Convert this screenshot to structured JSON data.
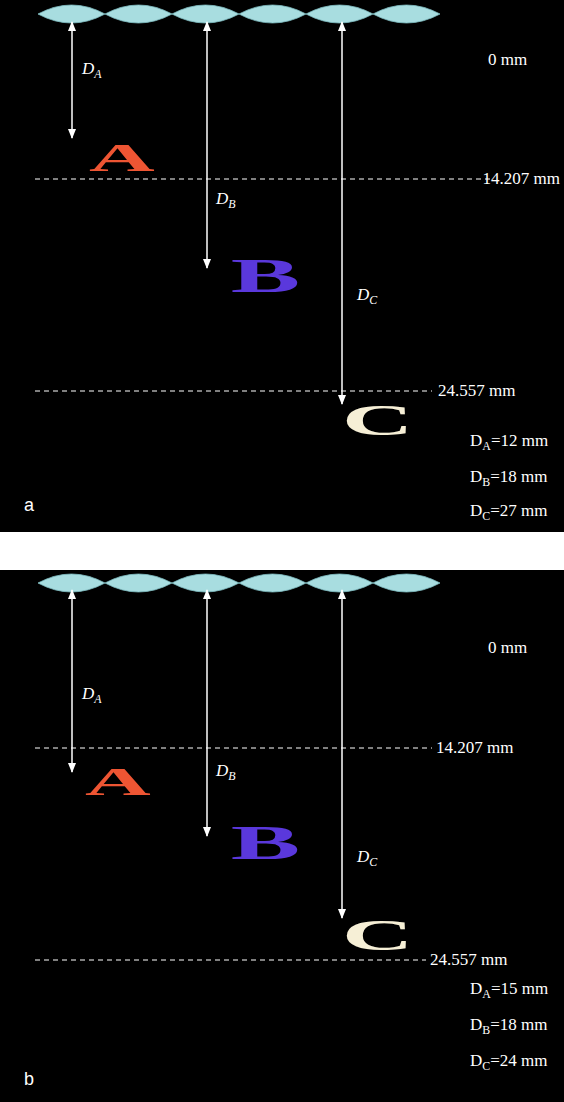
{
  "diagram": {
    "labels": [
      "0 mm",
      "DA",
      "A",
      "14.207 mm",
      "DB",
      "B",
      "DC",
      "24.557 mm",
      "C",
      "DA=12 mm",
      "DB=18 mm",
      "DC=27 mm",
      "a",
      "0 mm",
      "DA",
      "14.207 mm",
      "A",
      "DB",
      "B",
      "DC",
      "C",
      "24.557 mm",
      "DA=15 mm",
      "DB=18 mm",
      "DC=24 mm",
      "b"
    ]
  }
}
